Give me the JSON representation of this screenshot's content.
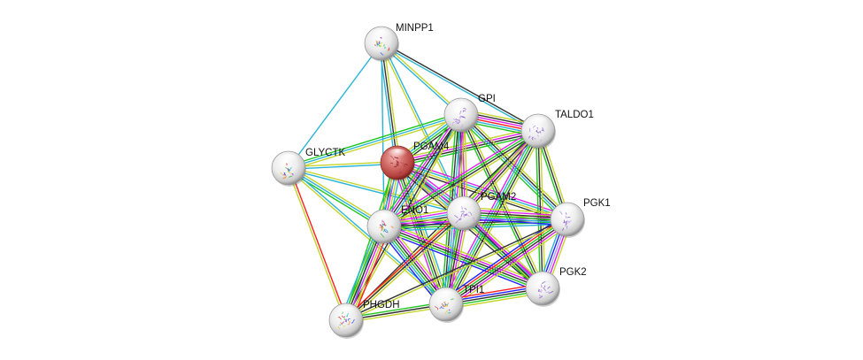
{
  "network": {
    "colors": {
      "background": "#ffffff",
      "node_default": "#e6e6e6",
      "node_query": "#c0504d",
      "label": "#111111"
    },
    "edge_colors": {
      "textmining": "#c4d42b",
      "experiments": "#e01ff0",
      "databases": "#28b4d6",
      "coexpression": "#333333",
      "neighborhood": "#1fc61f",
      "fusion": "#ff2020",
      "cooccurrence": "#2020ff",
      "homology": "#a0a0ff"
    },
    "nodes": [
      {
        "id": "MINPP1",
        "label": "MINPP1",
        "query": false,
        "structure": "multicolor"
      },
      {
        "id": "GPI",
        "label": "GPI",
        "query": false,
        "structure": "purple"
      },
      {
        "id": "TALDO1",
        "label": "TALDO1",
        "query": false,
        "structure": "purple"
      },
      {
        "id": "PGAM4",
        "label": "PGAM4",
        "query": true,
        "structure": "pink"
      },
      {
        "id": "GLYCTK",
        "label": "GLYCTK",
        "query": false,
        "structure": "multicolor"
      },
      {
        "id": "ENO1",
        "label": "ENO1",
        "query": false,
        "structure": "multicolor"
      },
      {
        "id": "PGAM2",
        "label": "PGAM2",
        "query": false,
        "structure": "purple"
      },
      {
        "id": "PGK1",
        "label": "PGK1",
        "query": false,
        "structure": "purple"
      },
      {
        "id": "PGK2",
        "label": "PGK2",
        "query": false,
        "structure": "purple"
      },
      {
        "id": "TPI1",
        "label": "TPI1",
        "query": false,
        "structure": "multicolor"
      },
      {
        "id": "PHGDH",
        "label": "PHGDH",
        "query": false,
        "structure": "multicolor"
      }
    ],
    "edges": [
      {
        "a": "MINPP1",
        "b": "GLYCTK",
        "types": [
          "databases"
        ]
      },
      {
        "a": "MINPP1",
        "b": "PGAM4",
        "types": [
          "textmining",
          "coexpression",
          "databases"
        ]
      },
      {
        "a": "MINPP1",
        "b": "ENO1",
        "types": [
          "databases"
        ]
      },
      {
        "a": "MINPP1",
        "b": "PGAM2",
        "types": [
          "databases",
          "textmining"
        ]
      },
      {
        "a": "MINPP1",
        "b": "GPI",
        "types": [
          "textmining",
          "databases"
        ]
      },
      {
        "a": "MINPP1",
        "b": "TALDO1",
        "types": [
          "coexpression",
          "databases"
        ]
      },
      {
        "a": "GLYCTK",
        "b": "GPI",
        "types": [
          "neighborhood",
          "databases",
          "textmining"
        ]
      },
      {
        "a": "GLYCTK",
        "b": "PGAM4",
        "types": [
          "textmining",
          "databases"
        ]
      },
      {
        "a": "GLYCTK",
        "b": "ENO1",
        "types": [
          "textmining",
          "databases",
          "neighborhood"
        ]
      },
      {
        "a": "GLYCTK",
        "b": "PGAM2",
        "types": [
          "textmining",
          "databases"
        ]
      },
      {
        "a": "GLYCTK",
        "b": "PHGDH",
        "types": [
          "fusion",
          "textmining"
        ]
      },
      {
        "a": "GLYCTK",
        "b": "TPI1",
        "types": [
          "databases",
          "textmining"
        ]
      },
      {
        "a": "PGAM4",
        "b": "GPI",
        "types": [
          "textmining",
          "databases",
          "neighborhood",
          "coexpression"
        ]
      },
      {
        "a": "PGAM4",
        "b": "TALDO1",
        "types": [
          "textmining",
          "experiments",
          "coexpression",
          "neighborhood"
        ]
      },
      {
        "a": "PGAM4",
        "b": "ENO1",
        "types": [
          "databases",
          "textmining",
          "experiments",
          "coexpression",
          "neighborhood"
        ]
      },
      {
        "a": "PGAM4",
        "b": "PGAM2",
        "types": [
          "experiments",
          "databases",
          "coexpression",
          "textmining",
          "homology"
        ]
      },
      {
        "a": "PGAM4",
        "b": "PGK1",
        "types": [
          "experiments",
          "databases",
          "textmining",
          "coexpression"
        ]
      },
      {
        "a": "PGAM4",
        "b": "PGK2",
        "types": [
          "experiments",
          "databases",
          "textmining",
          "coexpression"
        ]
      },
      {
        "a": "PGAM4",
        "b": "TPI1",
        "types": [
          "databases",
          "textmining",
          "coexpression",
          "neighborhood",
          "experiments"
        ]
      },
      {
        "a": "PGAM4",
        "b": "PHGDH",
        "types": [
          "databases",
          "textmining",
          "neighborhood"
        ]
      },
      {
        "a": "GPI",
        "b": "TALDO1",
        "types": [
          "textmining",
          "coexpression",
          "experiments",
          "fusion",
          "databases",
          "neighborhood"
        ]
      },
      {
        "a": "GPI",
        "b": "ENO1",
        "types": [
          "textmining",
          "databases",
          "coexpression",
          "experiments",
          "neighborhood"
        ]
      },
      {
        "a": "GPI",
        "b": "PGAM2",
        "types": [
          "textmining",
          "experiments",
          "coexpression",
          "neighborhood"
        ]
      },
      {
        "a": "GPI",
        "b": "PGK1",
        "types": [
          "textmining",
          "coexpression",
          "databases",
          "neighborhood"
        ]
      },
      {
        "a": "GPI",
        "b": "PGK2",
        "types": [
          "textmining",
          "coexpression",
          "neighborhood"
        ]
      },
      {
        "a": "GPI",
        "b": "TPI1",
        "types": [
          "textmining",
          "experiments",
          "databases",
          "coexpression",
          "neighborhood"
        ]
      },
      {
        "a": "GPI",
        "b": "PHGDH",
        "types": [
          "textmining",
          "coexpression"
        ]
      },
      {
        "a": "TALDO1",
        "b": "ENO1",
        "types": [
          "textmining",
          "coexpression",
          "neighborhood",
          "experiments"
        ]
      },
      {
        "a": "TALDO1",
        "b": "PGAM2",
        "types": [
          "textmining",
          "coexpression",
          "experiments",
          "neighborhood"
        ]
      },
      {
        "a": "TALDO1",
        "b": "PGK1",
        "types": [
          "textmining",
          "coexpression",
          "neighborhood"
        ]
      },
      {
        "a": "TALDO1",
        "b": "PGK2",
        "types": [
          "textmining",
          "coexpression",
          "neighborhood"
        ]
      },
      {
        "a": "TALDO1",
        "b": "TPI1",
        "types": [
          "textmining",
          "coexpression",
          "neighborhood",
          "databases",
          "experiments"
        ]
      },
      {
        "a": "TALDO1",
        "b": "PHGDH",
        "types": [
          "textmining",
          "coexpression"
        ]
      },
      {
        "a": "ENO1",
        "b": "PGAM2",
        "types": [
          "textmining",
          "experiments",
          "databases",
          "coexpression",
          "neighborhood",
          "cooccurrence"
        ]
      },
      {
        "a": "ENO1",
        "b": "PGK1",
        "types": [
          "textmining",
          "experiments",
          "coexpression",
          "neighborhood",
          "databases"
        ]
      },
      {
        "a": "ENO1",
        "b": "PGK2",
        "types": [
          "textmining",
          "experiments",
          "coexpression",
          "neighborhood",
          "cooccurrence"
        ]
      },
      {
        "a": "ENO1",
        "b": "TPI1",
        "types": [
          "textmining",
          "experiments",
          "coexpression",
          "neighborhood",
          "databases",
          "cooccurrence"
        ]
      },
      {
        "a": "ENO1",
        "b": "PHGDH",
        "types": [
          "fusion",
          "textmining",
          "experiments",
          "coexpression",
          "neighborhood",
          "databases"
        ]
      },
      {
        "a": "PGAM2",
        "b": "PGK1",
        "types": [
          "textmining",
          "experiments",
          "coexpression",
          "neighborhood",
          "databases",
          "cooccurrence"
        ]
      },
      {
        "a": "PGAM2",
        "b": "PGK2",
        "types": [
          "textmining",
          "experiments",
          "coexpression",
          "neighborhood"
        ]
      },
      {
        "a": "PGAM2",
        "b": "TPI1",
        "types": [
          "textmining",
          "experiments",
          "coexpression",
          "neighborhood",
          "databases"
        ]
      },
      {
        "a": "PGAM2",
        "b": "PHGDH",
        "types": [
          "textmining",
          "coexpression",
          "fusion"
        ]
      },
      {
        "a": "PGK1",
        "b": "PGK2",
        "types": [
          "textmining",
          "experiments",
          "homology",
          "cooccurrence",
          "databases"
        ]
      },
      {
        "a": "PGK1",
        "b": "TPI1",
        "types": [
          "textmining",
          "experiments",
          "coexpression",
          "neighborhood",
          "fusion",
          "cooccurrence"
        ]
      },
      {
        "a": "PGK1",
        "b": "PHGDH",
        "types": [
          "textmining",
          "coexpression"
        ]
      },
      {
        "a": "PGK2",
        "b": "TPI1",
        "types": [
          "textmining",
          "neighborhood",
          "coexpression",
          "cooccurrence",
          "fusion"
        ]
      },
      {
        "a": "TPI1",
        "b": "PHGDH",
        "types": [
          "textmining",
          "coexpression",
          "neighborhood"
        ]
      }
    ]
  }
}
